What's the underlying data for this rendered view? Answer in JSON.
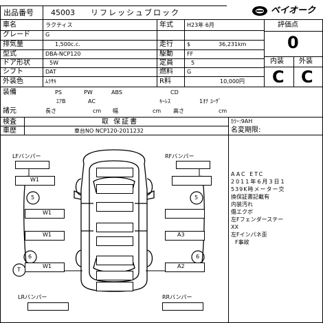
{
  "header": {
    "lot_label": "出品番号",
    "lot_number": "45003",
    "title": "リフレッシュブロック",
    "brand": "ベイオーク"
  },
  "fields": {
    "car_name_label": "車名",
    "car_name": "ラクティス",
    "grade_label": "グレード",
    "grade": "G",
    "displacement_label": "排気量",
    "displacement": "1,500c.c.",
    "model_label": "型式",
    "model": "DBA-NCP120",
    "doors_label": "ドア形状",
    "doors": "5W",
    "shift_label": "シフト",
    "shift": "DAT",
    "color_label": "外装色",
    "color": "ﾑﾗｻｷ",
    "year_label": "年式",
    "year": "H23年 6月",
    "mileage_label": "走行",
    "mileage_unit": "$",
    "mileage": "36,231km",
    "drive_label": "駆動",
    "drive": "FF",
    "capacity_label": "定員",
    "capacity": "5",
    "fuel_label": "燃料",
    "fuel": "G",
    "recycle_label": "R料",
    "recycle": "10,000円"
  },
  "score": {
    "label": "評価点",
    "value": "0",
    "interior_label": "内装",
    "exterior_label": "外装",
    "interior": "C",
    "exterior": "C"
  },
  "equipment": {
    "label": "装備",
    "row1": [
      "PS",
      "PW",
      "ABS",
      "CD"
    ],
    "row2": [
      "ｴｱB",
      "AC",
      "ｷｰﾚｽ",
      "1ｵﾅ ﾕｰｻﾞ"
    ]
  },
  "dimensions": {
    "label": "諸元",
    "length": "長さ",
    "width": "幅",
    "height": "高さ",
    "unit": "cm"
  },
  "inspection": {
    "label": "検査",
    "value": "取 保証書"
  },
  "history": {
    "label": "車歴",
    "value": "車台NO NCP120-2011232"
  },
  "right_info": {
    "color_code": "ｶﾗｰ:9AH",
    "name_change": "名変期限:"
  },
  "diagram": {
    "lf": "LFバンパー",
    "rf": "RFバンパー",
    "lr": "LRバンパー",
    "rr": "RRバンパー",
    "marks": {
      "w1_front": "W1",
      "w1_door": "W1",
      "w1_rear_door": "W1",
      "w1_rear": "W1",
      "a3": "A3",
      "a2": "A2",
      "c5_left": "5",
      "c5_right": "5",
      "c6_left": "6",
      "c6_right": "6",
      "t": "T"
    }
  },
  "notes": [
    "AAC ETC",
    "2011年6月3日1",
    "539K時メーター交",
    "換保証書記載有",
    "内装汚れ",
    "傷エクボ",
    "左Fフェンダーステー",
    "XX",
    "左Fインパネ歪",
    "F事故"
  ]
}
